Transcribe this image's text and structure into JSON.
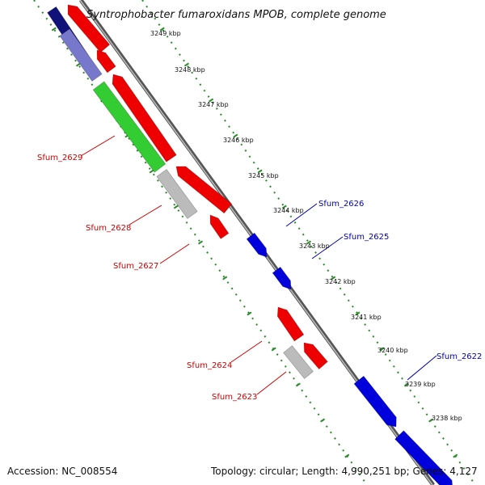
{
  "title": "Syntrophobacter fumaroxidans MPOB, complete genome",
  "accession": "Accession: NC_008554",
  "topology": "Topology: circular; Length: 4,990,251 bp; Genes: 4,127",
  "ticks": [
    "3249 kbp",
    "3248 kbp",
    "3247 kbp",
    "3246 kbp",
    "3245 kbp",
    "3244 kbp",
    "3243 kbp",
    "3242 kbp",
    "3241 kbp",
    "3240 kbp",
    "3239 kbp",
    "3238 kbp"
  ],
  "gene_labels": {
    "reverse": [
      "Sfum_2629",
      "Sfum_2628",
      "Sfum_2627",
      "Sfum_2624",
      "Sfum_2623"
    ],
    "forward": [
      "Sfum_2626",
      "Sfum_2625",
      "Sfum_2622"
    ]
  },
  "colors": {
    "forward_cds": "#0000dd",
    "reverse_cds": "#ee0000",
    "rna": "#33cc33",
    "pseudo": "#bbbbbb",
    "dark_feature": "#11117a",
    "light_feature": "#7777cc",
    "reverse_label": "#cc0000",
    "forward_label": "#0000aa",
    "ruler": "#2a8a2a",
    "backbone": "#888888"
  }
}
